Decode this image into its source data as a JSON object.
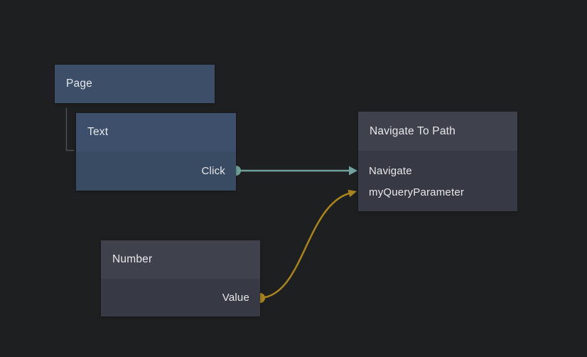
{
  "canvas": {
    "background": "#1e1f21"
  },
  "nodes": {
    "page": {
      "title": "Page"
    },
    "text": {
      "title": "Text",
      "output_port": "Click"
    },
    "navigate_to_path": {
      "title": "Navigate To Path",
      "input_ports": [
        "Navigate",
        "myQueryParameter"
      ]
    },
    "number": {
      "title": "Number",
      "output_port": "Value"
    }
  },
  "edges": [
    {
      "from": "Text.Click",
      "to": "Navigate To Path.Navigate",
      "color": "#6fa29d"
    },
    {
      "from": "Number.Value",
      "to": "Navigate To Path.myQueryParameter",
      "color": "#a8831f"
    }
  ],
  "colors": {
    "background": "#1e1f21",
    "blue_node_header": "#3d4f6a",
    "blue_node_body": "#394a63",
    "gray_node_header": "#3f424d",
    "gray_node_body": "#373a44",
    "teal_edge": "#6fa29d",
    "gold_edge": "#a8831f",
    "tree_connector": "#4f4f4f",
    "label_text": "#e6e8ea"
  }
}
